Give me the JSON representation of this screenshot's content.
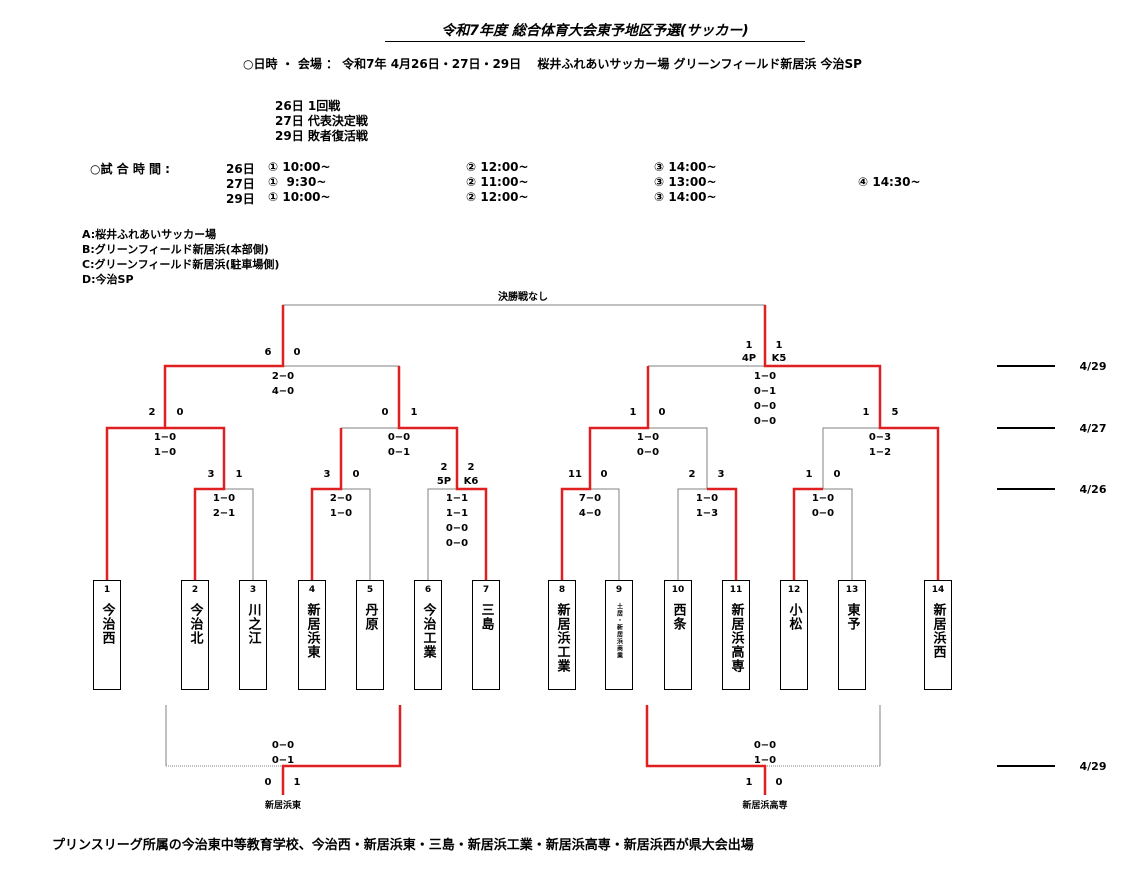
{
  "title": "令和7年度 総合体育大会東予地区予選(サッカー)",
  "info_line": "○日時 ・ 会場 ： 令和7年 4月26日・27日・29日　 桜井ふれあいサッカー場 グリーンフィールド新居浜 今治SP",
  "rounds": [
    "26日 1回戦",
    "27日 代表決定戦",
    "29日 敗者復活戦"
  ],
  "times": {
    "label": "○試 合 時 間 :",
    "rows": [
      {
        "day": "26日",
        "s1": "① 10:00~",
        "s2": "② 12:00~",
        "s3": "③ 14:00~",
        "s4": ""
      },
      {
        "day": "27日",
        "s1": "①  9:30~",
        "s2": "② 11:00~",
        "s3": "③ 13:00~",
        "s4": "④ 14:30~"
      },
      {
        "day": "29日",
        "s1": "① 10:00~",
        "s2": "② 12:00~",
        "s3": "③ 14:00~",
        "s4": ""
      }
    ]
  },
  "venues": [
    "A:桜井ふれあいサッカー場",
    "B:グリーンフィールド新居浜(本部側)",
    "C:グリーンフィールド新居浜(駐車場側)",
    "D:今治SP"
  ],
  "final_label": "決勝戦なし",
  "teams": [
    {
      "num": "1",
      "name": "今治西"
    },
    {
      "num": "2",
      "name": "今治北"
    },
    {
      "num": "3",
      "name": "川之江"
    },
    {
      "num": "4",
      "name": "新居浜東"
    },
    {
      "num": "5",
      "name": "丹原"
    },
    {
      "num": "6",
      "name": "今治工業"
    },
    {
      "num": "7",
      "name": "三島"
    },
    {
      "num": "8",
      "name": "新居浜工業"
    },
    {
      "num": "9",
      "name": "土居・新居浜商業"
    },
    {
      "num": "10",
      "name": "西条"
    },
    {
      "num": "11",
      "name": "新居浜高専"
    },
    {
      "num": "12",
      "name": "小松"
    },
    {
      "num": "13",
      "name": "東予"
    },
    {
      "num": "14",
      "name": "新居浜西"
    }
  ],
  "matches": {
    "m2_3": {
      "l": "3",
      "r": "1",
      "halves": [
        "1−0",
        "2−1"
      ]
    },
    "m4_5": {
      "l": "3",
      "r": "0",
      "halves": [
        "2−0",
        "1−0"
      ]
    },
    "m6_7": {
      "l": "2",
      "lp": "5P",
      "r": "2",
      "rp": "K6",
      "halves": [
        "1−1",
        "1−1",
        "0−0",
        "0−0"
      ]
    },
    "m8_9": {
      "l": "11",
      "r": "0",
      "halves": [
        "7−0",
        "4−0"
      ]
    },
    "m10_11": {
      "l": "2",
      "r": "3",
      "halves": [
        "1−0",
        "1−3"
      ]
    },
    "m12_13": {
      "l": "1",
      "r": "0",
      "halves": [
        "1−0",
        "0−0"
      ]
    },
    "q_left1": {
      "l": "2",
      "r": "0",
      "halves": [
        "1−0",
        "1−0"
      ]
    },
    "q_left2": {
      "l": "0",
      "r": "1",
      "halves": [
        "0−0",
        "0−1"
      ]
    },
    "q_right1": {
      "l": "1",
      "r": "0",
      "halves": [
        "1−0",
        "0−0"
      ]
    },
    "q_right2": {
      "l": "1",
      "r": "5",
      "halves": [
        "0−3",
        "1−2"
      ]
    },
    "s_left": {
      "l": "6",
      "r": "0",
      "halves": [
        "2−0",
        "4−0"
      ]
    },
    "s_right": {
      "l": "1",
      "lp": "4P",
      "r": "1",
      "rp": "K5",
      "halves": [
        "1−0",
        "0−1",
        "0−0",
        "0−0"
      ]
    },
    "rep_left": {
      "l": "0",
      "r": "1",
      "halves": [
        "0−0",
        "0−1"
      ],
      "winner": "新居浜東"
    },
    "rep_right": {
      "l": "1",
      "r": "0",
      "halves": [
        "0−0",
        "1−0"
      ],
      "winner": "新居浜高専"
    }
  },
  "dates": [
    "4/29",
    "4/27",
    "4/26",
    "4/29"
  ],
  "footer": "プリンスリーグ所属の今治東中等教育学校、今治西・新居浜東・三島・新居浜工業・新居浜高専・新居浜西が県大会出場",
  "colors": {
    "winner_line": "#e02020",
    "line": "#808080"
  }
}
